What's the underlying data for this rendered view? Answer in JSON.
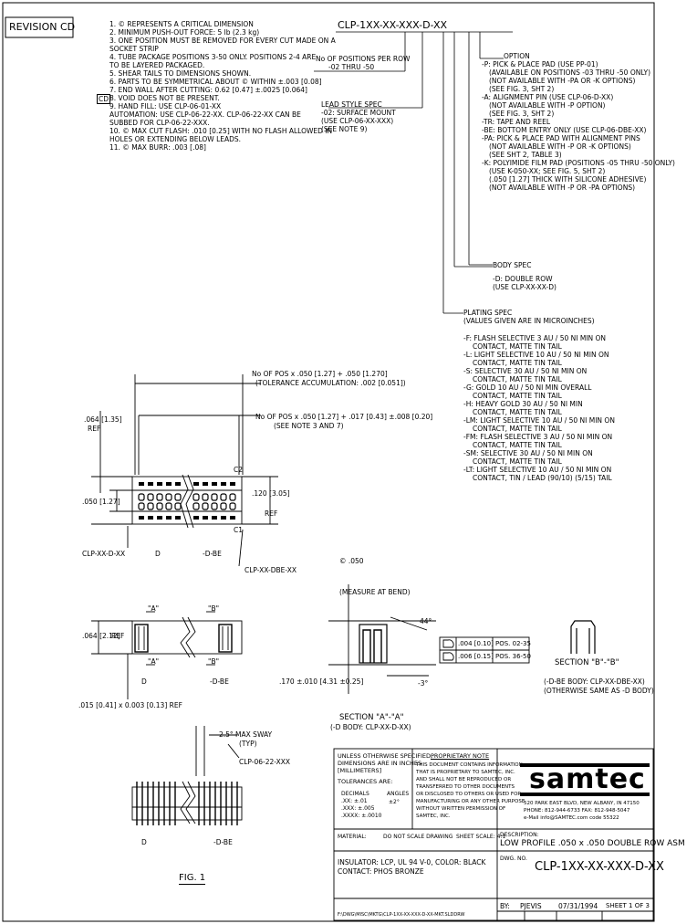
{
  "revision_label": "REVISION CD",
  "part_code": "CLP-1XX-XX-XXX-D-XX",
  "notes": [
    "1. © REPRESENTS A CRITICAL DIMENSION",
    "2. MINIMUM PUSH-OUT FORCE: 5 lb (2.3 kg)",
    "3. ONE POSITION MUST BE REMOVED FOR EVERY CUT MADE ON A",
    "   SOCKET STRIP",
    "4. TUBE PACKAGE POSITIONS 3-50 ONLY. POSITIONS 2-4 ARE",
    "   TO BE LAYERED PACKAGED.",
    "5. SHEAR TAILS TO DIMENSIONS SHOWN.",
    "6. PARTS TO BE SYMMETRICAL ABOUT © WITHIN ±.003 [0.08]",
    "7. END WALL AFTER CUTTING: 0.62 [0.47] ±.0025 [0.064]",
    "8. VOID DOES NOT BE PRESENT.",
    "9. HAND FILL: USE CLP-06-01-XX"
  ],
  "notes_cd": [
    "   AUTOMATION: USE CLP-06-22-XX. CLP-06-22-XX CAN BE",
    "   SUBBED FOR CLP-06-22-XXX.",
    "10. © MAX CUT FLASH: .010 [0.25] WITH NO FLASH ALLOWED IN",
    "   HOLES OR EXTENDING BELOW LEADS.",
    "11. © MAX BURR: .003 [.08]"
  ],
  "cd_mark": "CD",
  "callouts": {
    "positions": [
      "No OF POSITIONS PER ROW",
      "-02 THRU -50"
    ],
    "lead_style": [
      "LEAD STYLE SPEC",
      "-02: SURFACE MOUNT",
      "(USE CLP-06-XX-XXX)",
      "(SEE NOTE 9)"
    ],
    "option": [
      "OPTION",
      "-P: PICK & PLACE PAD (USE PP-01)",
      "(AVAILABLE ON POSITIONS -03 THRU -50 ONLY)",
      "(NOT AVAILABLE WITH -PA OR -K OPTIONS)",
      "(SEE FIG. 3, SHT 2)",
      "-A: ALIGNMENT PIN (USE CLP-06-D-XX)",
      "(NOT AVAILABLE WITH -P OPTION)",
      "(SEE FIG. 3, SHT 2)",
      "-TR: TAPE AND REEL",
      "-BE: BOTTOM ENTRY ONLY (USE CLP-06-DBE-XX)",
      "-PA: PICK & PLACE PAD WITH ALIGNMENT PINS",
      "(NOT AVAILABLE WITH -P OR -K OPTIONS)",
      "(SEE SHT 2, TABLE 3)",
      "-K: POLYIMIDE FILM PAD (POSITIONS -05 THRU -50 ONLY)",
      "(USE K-050-XX; SEE FIG. 5, SHT 2)",
      "(.050 [1.27] THICK WITH SILICONE ADHESIVE)",
      "(NOT AVAILABLE WITH -P OR -PA OPTIONS)"
    ],
    "body_spec": [
      "BODY SPEC",
      "-D: DOUBLE ROW",
      "(USE CLP-XX-XX-D)"
    ],
    "plating": [
      "PLATING SPEC",
      "(VALUES GIVEN ARE IN MICROINCHES)",
      "-F: FLASH SELECTIVE 3 AU / 50 NI MIN ON",
      "CONTACT, MATTE TIN TAIL",
      "-L: LIGHT SELECTIVE 10 AU / 50 NI MIN ON",
      "CONTACT, MATTE TIN TAIL",
      "-S: SELECTIVE 30 AU / 50 NI MIN ON",
      "CONTACT, MATTE TIN TAIL",
      "-G: GOLD 10 AU / 50 NI MIN OVERALL",
      "CONTACT, MATTE TIN TAIL",
      "-H: HEAVY GOLD 30 AU / 50 NI MIN",
      "CONTACT, MATTE TIN TAIL",
      "-LM: LIGHT SELECTIVE 10 AU / 50 NI MIN ON",
      "CONTACT, MATTE TIN TAIL",
      "-FM: FLASH SELECTIVE 3 AU / 50 NI MIN ON",
      "CONTACT, MATTE TIN TAIL",
      "-SM: SELECTIVE 30 AU / 50 NI MIN ON",
      "CONTACT, MATTE TIN TAIL",
      "-LT: LIGHT SELECTIVE 10 AU / 50 NI MIN ON",
      "CONTACT, TIN / LEAD (90/10) (5/15) TAIL"
    ]
  },
  "dims": {
    "top_pitch": [
      "No OF POS x .050 [1.27] + .050 [1.270]",
      "(TOLERANCE ACCUMULATION: .002 [0.051])"
    ],
    "mid_pitch": [
      "No OF POS x .050 [1.27] + .017 [0.43] ±.008 [0.20]",
      "(SEE NOTE 3 AND 7)"
    ],
    "d064": ".064 [1.35]",
    "ref": "REF",
    "d050": ".050 [1.27]",
    "d120": ".120 [3.05]",
    "c2": "C2",
    "c1": "C1",
    "label_d": "D",
    "label_dbe": "-D-BE",
    "clp_d": "CLP-XX-D-XX",
    "clp_dbe": "CLP-XX-DBE-XX",
    "a_mark": "\"A\"",
    "b_mark": "\"B\"",
    "d064b": ".064 [2.12]",
    "d015": ".015 [0.41] x 0.003 [0.13] REF",
    "measure": [
      "© .050",
      "(MEASURE AT BEND)"
    ],
    "d170": ".170 ±.010 [4.31 ±0.25]",
    "angle44": "44°",
    "angle3": "-3°",
    "tol_rows": [
      [
        ".004 [0.10]",
        "POS. 02-35"
      ],
      [
        ".006 [0.15]",
        "POS. 36-50"
      ]
    ],
    "section_bb": [
      "SECTION \"B\"-\"B\"",
      "(-D-BE BODY: CLP-XX-DBE-XX)",
      "(OTHERWISE SAME AS -D BODY)"
    ],
    "section_aa": [
      "SECTION \"A\"-\"A\"",
      "(-D BODY: CLP-XX-D-XX)"
    ],
    "sway": "2.5° MAX SWAY",
    "typ": "(TYP)",
    "clp_06": "CLP-06-22-XXX",
    "fig1": "FIG. 1"
  },
  "title_block": {
    "unless": [
      "UNLESS OTHERWISE SPECIFIED,",
      "DIMENSIONS ARE IN INCHES",
      "[MILLIMETERS]"
    ],
    "tolerances": "TOLERANCES ARE:",
    "decimals_label": "DECIMALS",
    "angles_label": "ANGLES",
    "decimals": [
      ".XX: ±.01",
      ".XXX: ±.005",
      ".XXXX: ±.0010"
    ],
    "angles": "±2°",
    "prop_title": "PROPRIETARY NOTE",
    "prop_text": [
      "THIS DOCUMENT CONTAINS INFORMATION",
      "THAT IS PROPRIETARY TO SAMTEC, INC.",
      "AND SHALL NOT BE REPRODUCED OR",
      "TRANSFERRED TO OTHER DOCUMENTS",
      "OR DISCLOSED TO OTHERS OR USED FOR",
      "MANUFACTURING OR ANY OTHER PURPOSE",
      "WITHOUT WRITTEN PERMISSION OF",
      "SAMTEC, INC."
    ],
    "logo": "samtec",
    "address": [
      "520 PARK EAST BLVD, NEW ALBANY, IN 47150",
      "PHONE: 812-944-6733   FAX: 812-948-5047",
      "e-Mail info@SAMTEC.com   code 55322"
    ],
    "material_label": "MATERIAL:",
    "no_scale": "DO NOT SCALE DRAWING",
    "sheet_scale": "SHEET SCALE: 4:1",
    "material": [
      "INSULATOR: LCP, UL 94 V-0, COLOR: BLACK",
      "CONTACT: PHOS BRONZE"
    ],
    "description_label": "DESCRIPTION:",
    "description": "LOW PROFILE .050 x .050 DOUBLE ROW ASM",
    "dwg_label": "DWG. NO.",
    "dwg_no": "CLP-1XX-XX-XXX-D-XX",
    "by_label": "BY:",
    "by": "PJEVIS",
    "date": "07/31/1994",
    "sheet": "SHEET 1 OF 3",
    "path": "F:\\DWG\\MISC\\MKTG\\CLP-1XX-XX-XXX-D-XX-MKT.SLDDRW"
  }
}
